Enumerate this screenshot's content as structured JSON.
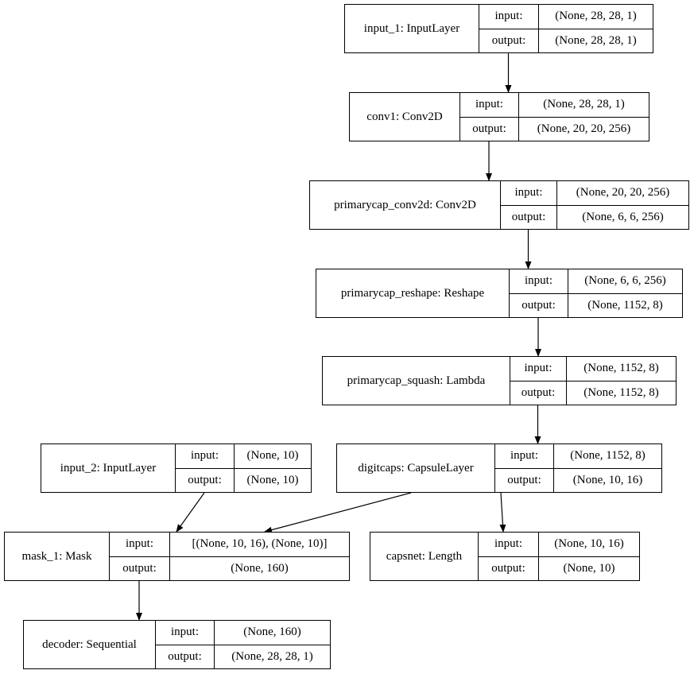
{
  "layers": {
    "input_1": {
      "name": "input_1: InputLayer",
      "input_label": "input:",
      "output_label": "output:",
      "input_shape": "(None, 28, 28, 1)",
      "output_shape": "(None, 28, 28, 1)"
    },
    "conv1": {
      "name": "conv1: Conv2D",
      "input_label": "input:",
      "output_label": "output:",
      "input_shape": "(None, 28, 28, 1)",
      "output_shape": "(None, 20, 20, 256)"
    },
    "primarycap_conv2d": {
      "name": "primarycap_conv2d: Conv2D",
      "input_label": "input:",
      "output_label": "output:",
      "input_shape": "(None, 20, 20, 256)",
      "output_shape": "(None, 6, 6, 256)"
    },
    "primarycap_reshape": {
      "name": "primarycap_reshape: Reshape",
      "input_label": "input:",
      "output_label": "output:",
      "input_shape": "(None, 6, 6, 256)",
      "output_shape": "(None, 1152, 8)"
    },
    "primarycap_squash": {
      "name": "primarycap_squash: Lambda",
      "input_label": "input:",
      "output_label": "output:",
      "input_shape": "(None, 1152, 8)",
      "output_shape": "(None, 1152, 8)"
    },
    "input_2": {
      "name": "input_2: InputLayer",
      "input_label": "input:",
      "output_label": "output:",
      "input_shape": "(None, 10)",
      "output_shape": "(None, 10)"
    },
    "digitcaps": {
      "name": "digitcaps: CapsuleLayer",
      "input_label": "input:",
      "output_label": "output:",
      "input_shape": "(None, 1152, 8)",
      "output_shape": "(None, 10, 16)"
    },
    "mask_1": {
      "name": "mask_1: Mask",
      "input_label": "input:",
      "output_label": "output:",
      "input_shape": "[(None, 10, 16), (None, 10)]",
      "output_shape": "(None, 160)"
    },
    "capsnet": {
      "name": "capsnet: Length",
      "input_label": "input:",
      "output_label": "output:",
      "input_shape": "(None, 10, 16)",
      "output_shape": "(None, 10)"
    },
    "decoder": {
      "name": "decoder: Sequential",
      "input_label": "input:",
      "output_label": "output:",
      "input_shape": "(None, 160)",
      "output_shape": "(None, 28, 28, 1)"
    }
  },
  "edges": [
    {
      "from": "input_1",
      "to": "conv1"
    },
    {
      "from": "conv1",
      "to": "primarycap_conv2d"
    },
    {
      "from": "primarycap_conv2d",
      "to": "primarycap_reshape"
    },
    {
      "from": "primarycap_reshape",
      "to": "primarycap_squash"
    },
    {
      "from": "primarycap_squash",
      "to": "digitcaps"
    },
    {
      "from": "input_2",
      "to": "mask_1"
    },
    {
      "from": "digitcaps",
      "to": "mask_1"
    },
    {
      "from": "digitcaps",
      "to": "capsnet"
    },
    {
      "from": "mask_1",
      "to": "decoder"
    }
  ]
}
